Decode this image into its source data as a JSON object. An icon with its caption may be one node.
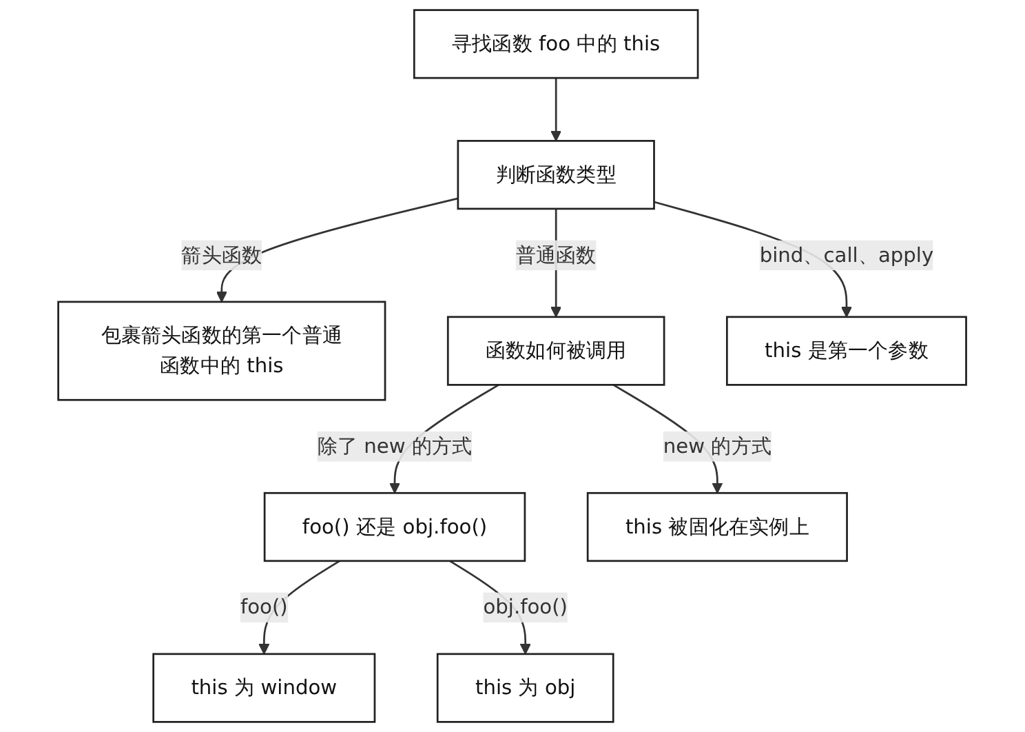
{
  "diagram": {
    "nodes": [
      {
        "text": [
          "寻找函数 foo 中的 this"
        ]
      },
      {
        "text": [
          "判断函数类型"
        ]
      },
      {
        "text": [
          "包裹箭头函数的第一个普通函数中的 this"
        ]
      },
      {
        "text": [
          "函数如何被调用"
        ]
      },
      {
        "text": [
          "this 是第一个参数"
        ]
      },
      {
        "text": [
          "foo() 还是 obj.foo()"
        ]
      },
      {
        "text": [
          "this 被固化在实例上"
        ]
      },
      {
        "text": [
          "this 为 window"
        ]
      },
      {
        "text": [
          "this 为 obj"
        ]
      }
    ],
    "edges": [
      {
        "from": 0,
        "to": 1,
        "arrow": "to"
      },
      {
        "from": 1,
        "to": 2,
        "arrow": "to",
        "label": "箭头函数"
      },
      {
        "from": 1,
        "to": 3,
        "arrow": "to",
        "label": "普通函数"
      },
      {
        "from": 1,
        "to": 4,
        "arrow": "to",
        "label": "bind、call、apply"
      },
      {
        "from": 3,
        "to": 5,
        "arrow": "to",
        "label": "除了 new 的方式"
      },
      {
        "from": 3,
        "to": 6,
        "arrow": "to",
        "label": "new 的方式"
      },
      {
        "from": 5,
        "to": 7,
        "arrow": "to",
        "label": "foo()"
      },
      {
        "from": 5,
        "to": 8,
        "arrow": "to",
        "label": "obj.foo()"
      }
    ]
  }
}
